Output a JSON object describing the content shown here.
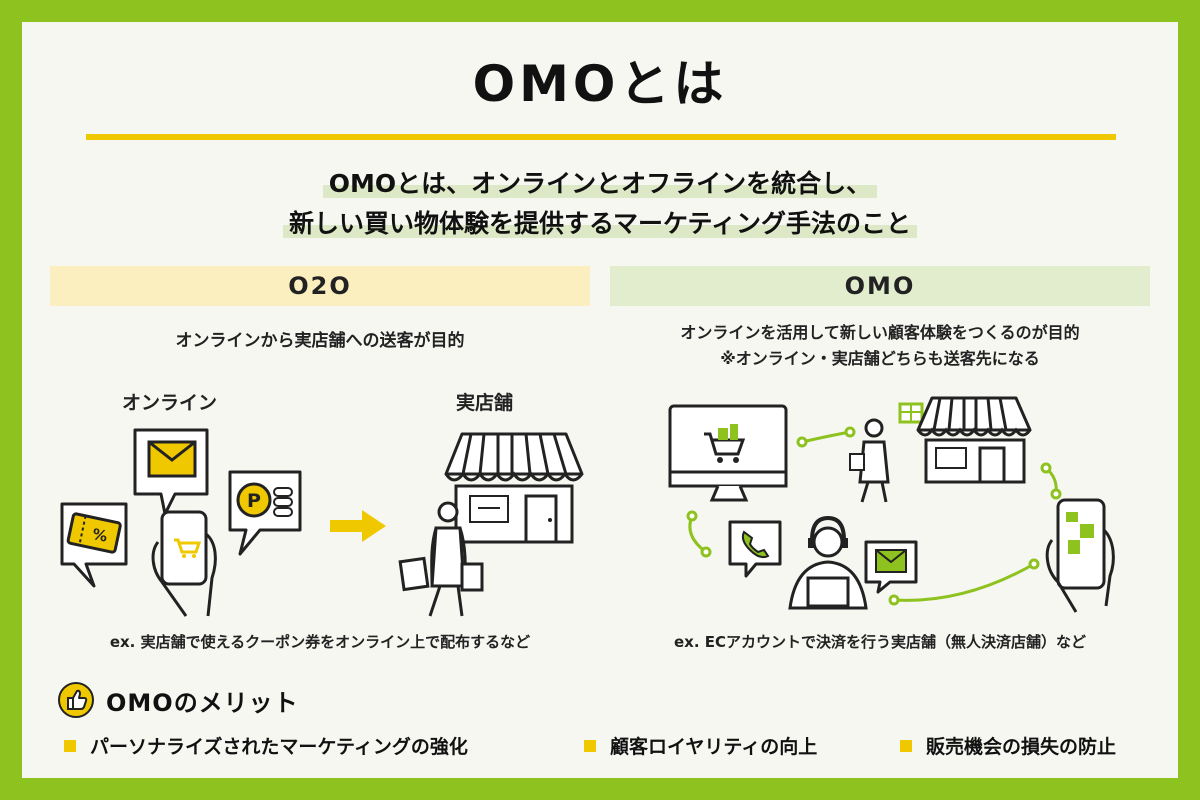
{
  "title": "OMOとは",
  "lead": {
    "line1": "OMOとは、オンラインとオフラインを統合し、",
    "line2": "新しい買い物体験を提供するマーケティング手法のこと"
  },
  "o2o": {
    "heading": "O2O",
    "description": "オンラインから実店舗への送客が目的",
    "online_label": "オンライン",
    "store_label": "実店舗",
    "example": "ex. 実店舗で使えるクーポン券をオンライン上で配布するなど",
    "coupon_text": "%"
  },
  "omo": {
    "heading": "OMO",
    "description_line1": "オンラインを活用して新しい顧客体験をつくるのが目的",
    "description_line2": "※オンライン・実店舗どちらも送客先になる",
    "example": "ex. ECアカウントで決済を行う実店舗（無人決済店舗）など"
  },
  "merits": {
    "heading": "OMOのメリット",
    "items": [
      "パーソナライズされたマーケティングの強化",
      "顧客ロイヤリティの向上",
      "販売機会の損失の防止"
    ]
  },
  "colors": {
    "frame": "#8dc21f",
    "background": "#f7f7f2",
    "accent_yellow": "#f0c800",
    "o2o_band": "#fbefbf",
    "omo_band": "#e2edcd",
    "line_green": "#8dc21f"
  }
}
